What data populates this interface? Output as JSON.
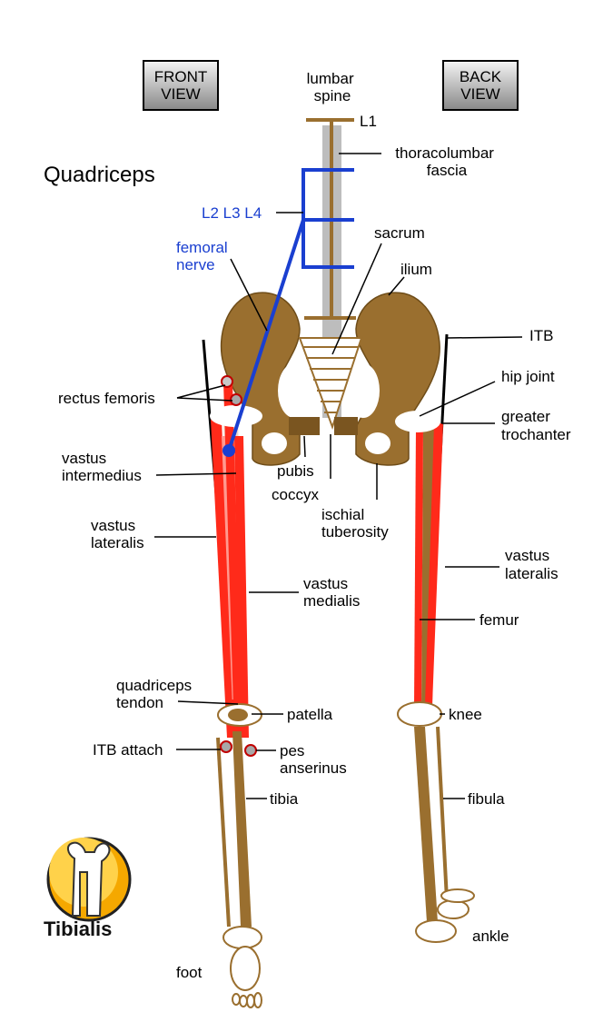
{
  "title": "Quadriceps",
  "buttons": {
    "front": {
      "line1": "FRONT",
      "line2": "VIEW"
    },
    "back": {
      "line1": "BACK",
      "line2": "VIEW"
    }
  },
  "labels": {
    "lumbar_spine": [
      "lumbar",
      "spine"
    ],
    "l1": "L1",
    "thoracolumbar_fascia": [
      "thoracolumbar",
      "fascia"
    ],
    "l2l3l4": "L2 L3 L4",
    "femoral_nerve": [
      "femoral",
      "nerve"
    ],
    "sacrum": "sacrum",
    "ilium": "ilium",
    "itb": "ITB",
    "hip_joint": "hip joint",
    "greater_trochanter": [
      "greater",
      "trochanter"
    ],
    "rectus_femoris": "rectus femoris",
    "vastus_intermedius": [
      "vastus",
      "intermedius"
    ],
    "pubis": "pubis",
    "coccyx": "coccyx",
    "ischial_tuberosity": [
      "ischial",
      "tuberosity"
    ],
    "vastus_lateralis_front": [
      "vastus",
      "lateralis"
    ],
    "vastus_lateralis_back": [
      "vastus",
      "lateralis"
    ],
    "vastus_medialis": [
      "vastus",
      "medialis"
    ],
    "femur": "femur",
    "quadriceps_tendon": [
      "quadriceps",
      "tendon"
    ],
    "patella": "patella",
    "knee": "knee",
    "itb_attach": "ITB attach",
    "pes_anserinus": [
      "pes",
      "anserinus"
    ],
    "tibia": "tibia",
    "fibula": "fibula",
    "ankle": "ankle",
    "foot": "foot"
  },
  "logo": {
    "text": "Tibialis"
  },
  "colors": {
    "bone": "#9a6f2f",
    "bone_dark": "#7a5520",
    "muscle": "#ff2a1a",
    "muscle_light": "#ff9a90",
    "nerve": "#1a3fd0",
    "fascia": "#bdbdbd",
    "marker": "#a8a8a8"
  }
}
